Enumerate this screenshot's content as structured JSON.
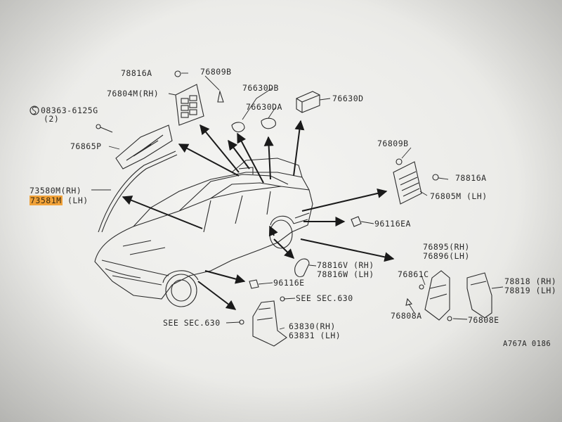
{
  "labels": {
    "p78816a_top": "78816A",
    "p76809b_top": "76809B",
    "p76804m": "76804M(RH)",
    "p76630db": "76630DB",
    "p76630d": "76630D",
    "p76630da": "76630DA",
    "p08363": "08363-6125G",
    "p08363_qty": "(2)",
    "p76865p": "76865P",
    "p73580m": "73580M(RH)",
    "p73581m_num": "73581M",
    "p73581m_side": " (LH)",
    "p76809b_r": "76809B",
    "p78816a_r": "78816A",
    "p76805m": "76805M (LH)",
    "p96116ea": "96116EA",
    "p76895": "76895(RH)",
    "p76896": "76896(LH)",
    "p78816v": "78816V (RH)",
    "p78816w": "78816W (LH)",
    "p76861c": "76861C",
    "p78818": "78818 (RH)",
    "p78819": "78819 (LH)",
    "p96116e": "96116E",
    "see_sec_right": "SEE SEC.630",
    "see_sec_left": "SEE SEC.630",
    "p76808a": "76808A",
    "p76808e": "76808E",
    "p63830": "63830(RH)",
    "p63831": "63831 (LH)",
    "diagram_id": "A767A 0186"
  },
  "colors": {
    "line": "#2b2b2b",
    "highlight": "#f2a33a"
  },
  "icons": [
    "screw-s-symbol-icon"
  ]
}
